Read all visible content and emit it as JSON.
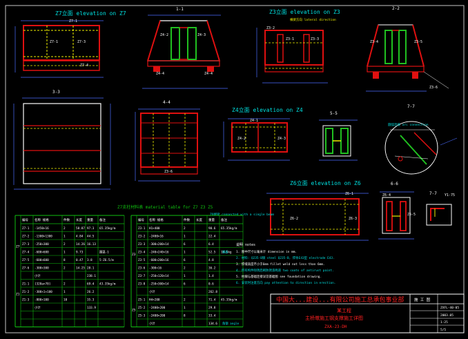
{
  "colors": {
    "background": "#000000",
    "frame": "#c8c8c8",
    "member": "#e01010",
    "weld": "#f0f000",
    "stiffener": "#20c020",
    "dimension": "#4a6cff",
    "text_white": "#ffffff",
    "text_cyan": "#00e0e0",
    "title_red": "#ff2020",
    "table_green": "#10c010"
  },
  "views": {
    "z7_title": "Z7立面 elevation on Z7",
    "sec11_title": "1-1",
    "z3_title": "Z3立面 elevation on Z3",
    "z3_note": "横梁方向 lateral direction",
    "sec22_title": "2-2",
    "sec33_title": "3-3",
    "sec44_title": "4-4",
    "z4_title": "Z4立面 elevation on Z4",
    "sec55_title": "5-5",
    "z6_title": "Z6立面 elevation on Z6",
    "sec66_title": "6-6",
    "sec77_title": "7-7",
    "detail_note": "圆弧连接 arc connection",
    "labels": {
      "z7_a": "Z7-1",
      "z7_b": "Z7-1",
      "z7_c": "Z7-3",
      "z7_d": "Z7-4",
      "s11_a": "Z4-2",
      "s11_b": "Z4-3",
      "s11_c": "Z4-4",
      "s11_d": "Z4-4",
      "z3_a": "Z3-1",
      "z3_b": "Z3-2",
      "z3_c": "Z3-3",
      "s22_a": "Z3-4",
      "s22_b": "Z3-5",
      "s22_c": "Z3-6",
      "s33_a": "Z3-6",
      "z4_a": "Z4-1",
      "z4_b": "Z4-2",
      "z4_c": "Z4-3",
      "z6_a": "Z6-1",
      "z6_b": "Z6-2",
      "z6_c": "Z6-3",
      "s66_a": "Z6-4",
      "s66_b": "Z6-5",
      "s77_a": "Y1-75"
    }
  },
  "table": {
    "title": "Z7支柱材料表 material table for Z7 Z3 Z5",
    "note_right": "Z6端梁 connected with a single beam",
    "headers": [
      "编号",
      "名称 规格",
      "件数",
      "长度",
      "重量",
      "备注"
    ],
    "left_rows": [
      [
        "Z7-1",
        "-1450×16",
        "2",
        "58.87",
        "97.3",
        "65.35kg/m"
      ],
      [
        "Z7-2",
        "-1300×1300",
        "1",
        "4.84",
        "44.5",
        ""
      ],
      [
        "Z7-3",
        "-250×300",
        "2",
        "14.26",
        "16.13",
        ""
      ],
      [
        "Z7-4",
        "-600×600",
        "1",
        "9.73",
        "",
        "圆弧-1"
      ],
      [
        "Z7-5",
        "-600×600",
        "8",
        "0.47",
        "3.8",
        "5-Z6.5/m"
      ],
      [
        "Z7-6",
        "-300×300",
        "2",
        "14.25",
        "28.1",
        ""
      ],
      [
        "",
        "小计",
        "",
        "",
        "238.1",
        ""
      ],
      [
        "Z1-1",
        "[320a×70]",
        "2",
        "",
        "69.4",
        "43.35kg/m"
      ],
      [
        "Z1-2",
        "-300×1×100",
        "1",
        "",
        "26.2",
        ""
      ],
      [
        "Z1-3",
        "-800×100",
        "10",
        "",
        "35.3",
        ""
      ],
      [
        "",
        "小计",
        "",
        "",
        "133.9",
        ""
      ]
    ],
    "right_rows": [
      [
        "Z3-1",
        "H1×400",
        "2",
        "",
        "90.6",
        "65.35kg/m"
      ],
      [
        "Z3-2",
        "-2400×16",
        "1",
        "",
        "22.4",
        ""
      ],
      [
        "Z3-3",
        "-300×200×14",
        "6",
        "",
        "6.4",
        ""
      ],
      [
        "Z3-4",
        "-240×240×16",
        "1",
        "",
        "52.5",
        "10.5kg"
      ],
      [
        "Z3-5",
        "-600×200×16",
        "6",
        "",
        "4.8",
        ""
      ],
      [
        "Z3-6",
        "-300×16",
        "2",
        "",
        "36.2",
        ""
      ],
      [
        "Z3-7",
        "-250×120×14",
        "1",
        "",
        "1.4",
        ""
      ],
      [
        "Z3-8",
        "-250×300×14",
        "6",
        "",
        "0.6",
        ""
      ],
      [
        "",
        "小计",
        "",
        "",
        "262.8",
        ""
      ],
      [
        "Z5-1",
        "H4×200",
        "2",
        "",
        "71.4",
        "45.35kg/m"
      ],
      [
        "Z5-2",
        "-2400×200",
        "1",
        "",
        "29.8",
        ""
      ],
      [
        "Z5-3",
        "-2400×200",
        "8",
        "",
        "33.4",
        ""
      ],
      [
        "",
        "小计",
        "",
        "",
        "134.6",
        ""
      ]
    ],
    "group_left_a": "Z7",
    "group_left_b": "Z1",
    "group_right_a": "Z3",
    "group_right_b": "Z5",
    "side_note_a": "钢板",
    "side_note_b": "角钢 angle"
  },
  "notes": {
    "title": "说明 notes",
    "lines": [
      "1. 图中尺寸以毫米计 dimension in mm.",
      "2. 材料: Q235-B钢 steel Q235-B, 焊条E43型 electrode E43.",
      "3. 焊缝高度不小于6mm fillet weld not less than 6mm.",
      "4. 所有构件除锈后刷防锈漆两道 two coats of antirust paint.",
      "5. 柱脚与基础连接详见基础图 see foundation drawing.",
      "6. 安装时注意方向 pay attention to direction in erection."
    ]
  },
  "title_block": {
    "company": "中国大...建设...有限公司施工总承包事业部",
    "project": "某工程",
    "drawing_title": "主桥墩施工钢支撑施工详图",
    "drawing_no": "ZXA-23-DH",
    "field_1": "施 工 图",
    "field_2": "ZXFL-40-05",
    "field_3": "2003.05",
    "field_4": "1:25",
    "field_5": "5/5"
  }
}
